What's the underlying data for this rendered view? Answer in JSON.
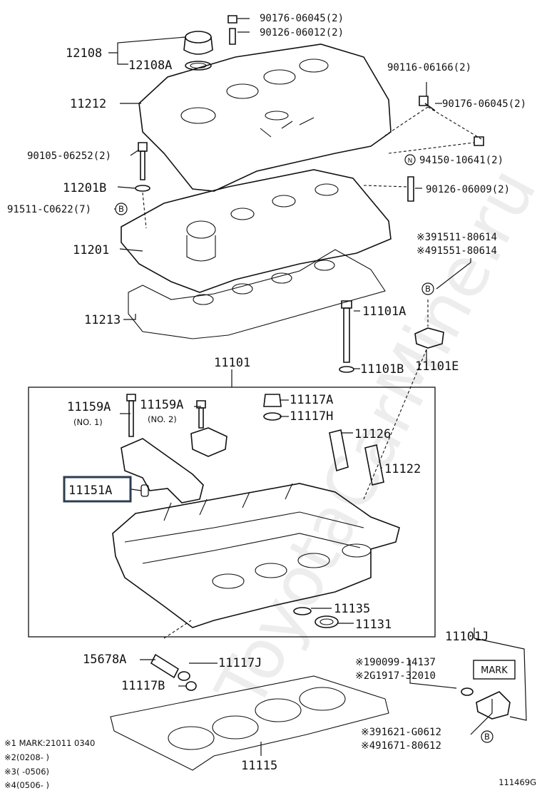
{
  "watermark": "ToyotaCarMine.ru",
  "diagram_code": "111469G",
  "highlighted_part": "11151A",
  "part_labels": {
    "p12108": "12108",
    "p12108A": "12108A",
    "p90176_top": "90176-06045(2)",
    "p90126_top": "90126-06012(2)",
    "p90116": "90116-06166(2)",
    "p11212": "11212",
    "p90176_right": "90176-06045(2)",
    "p90105": "90105-06252(2)",
    "p94150": "94150-10641(2)",
    "p11201B": "11201B",
    "p90126_right": "90126-06009(2)",
    "p91511": "91511-C0622(7)",
    "p391511": "※391511-80614",
    "p491551": "※491551-80614",
    "p11201": "11201",
    "p11101A": "11101A",
    "p11213": "11213",
    "p11101B": "11101B",
    "p11101E": "11101E",
    "p11101": "11101",
    "p11159A_1": "11159A",
    "p11159A_2": "11159A",
    "no1": "(NO. 1)",
    "no2": "(NO. 2)",
    "p11117A": "11117A",
    "p11117H": "11117H",
    "p11126": "11126",
    "p11122": "11122",
    "p11151A": "11151A",
    "p11135": "11135",
    "p11131": "11131",
    "p11101J": "11101J",
    "p15678A": "15678A",
    "p11117J": "11117J",
    "p190099": "※190099-14137",
    "p2G1917": "※2G1917-32010",
    "mark": "MARK",
    "p11117B": "11117B",
    "p391621": "※391621-G0612",
    "p491671": "※491671-80612",
    "p11115": "11115"
  },
  "markers": {
    "B": "B",
    "N": "N"
  },
  "footnotes": [
    "※1 MARK:21011 0340",
    "※2(0208-      )",
    "※3(      -0506)",
    "※4(0506-      )"
  ]
}
